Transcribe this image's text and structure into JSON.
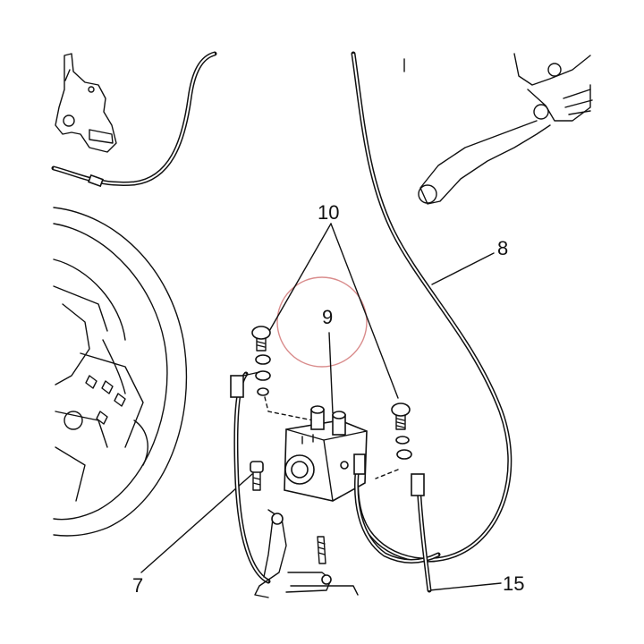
{
  "labels": {
    "callout_10": "10",
    "callout_9": "9",
    "callout_8": "8",
    "callout_7": "7",
    "callout_15": "15"
  },
  "colors": {
    "line": "#111111",
    "highlight_circle": "#d98c8c",
    "background": "#ffffff"
  }
}
